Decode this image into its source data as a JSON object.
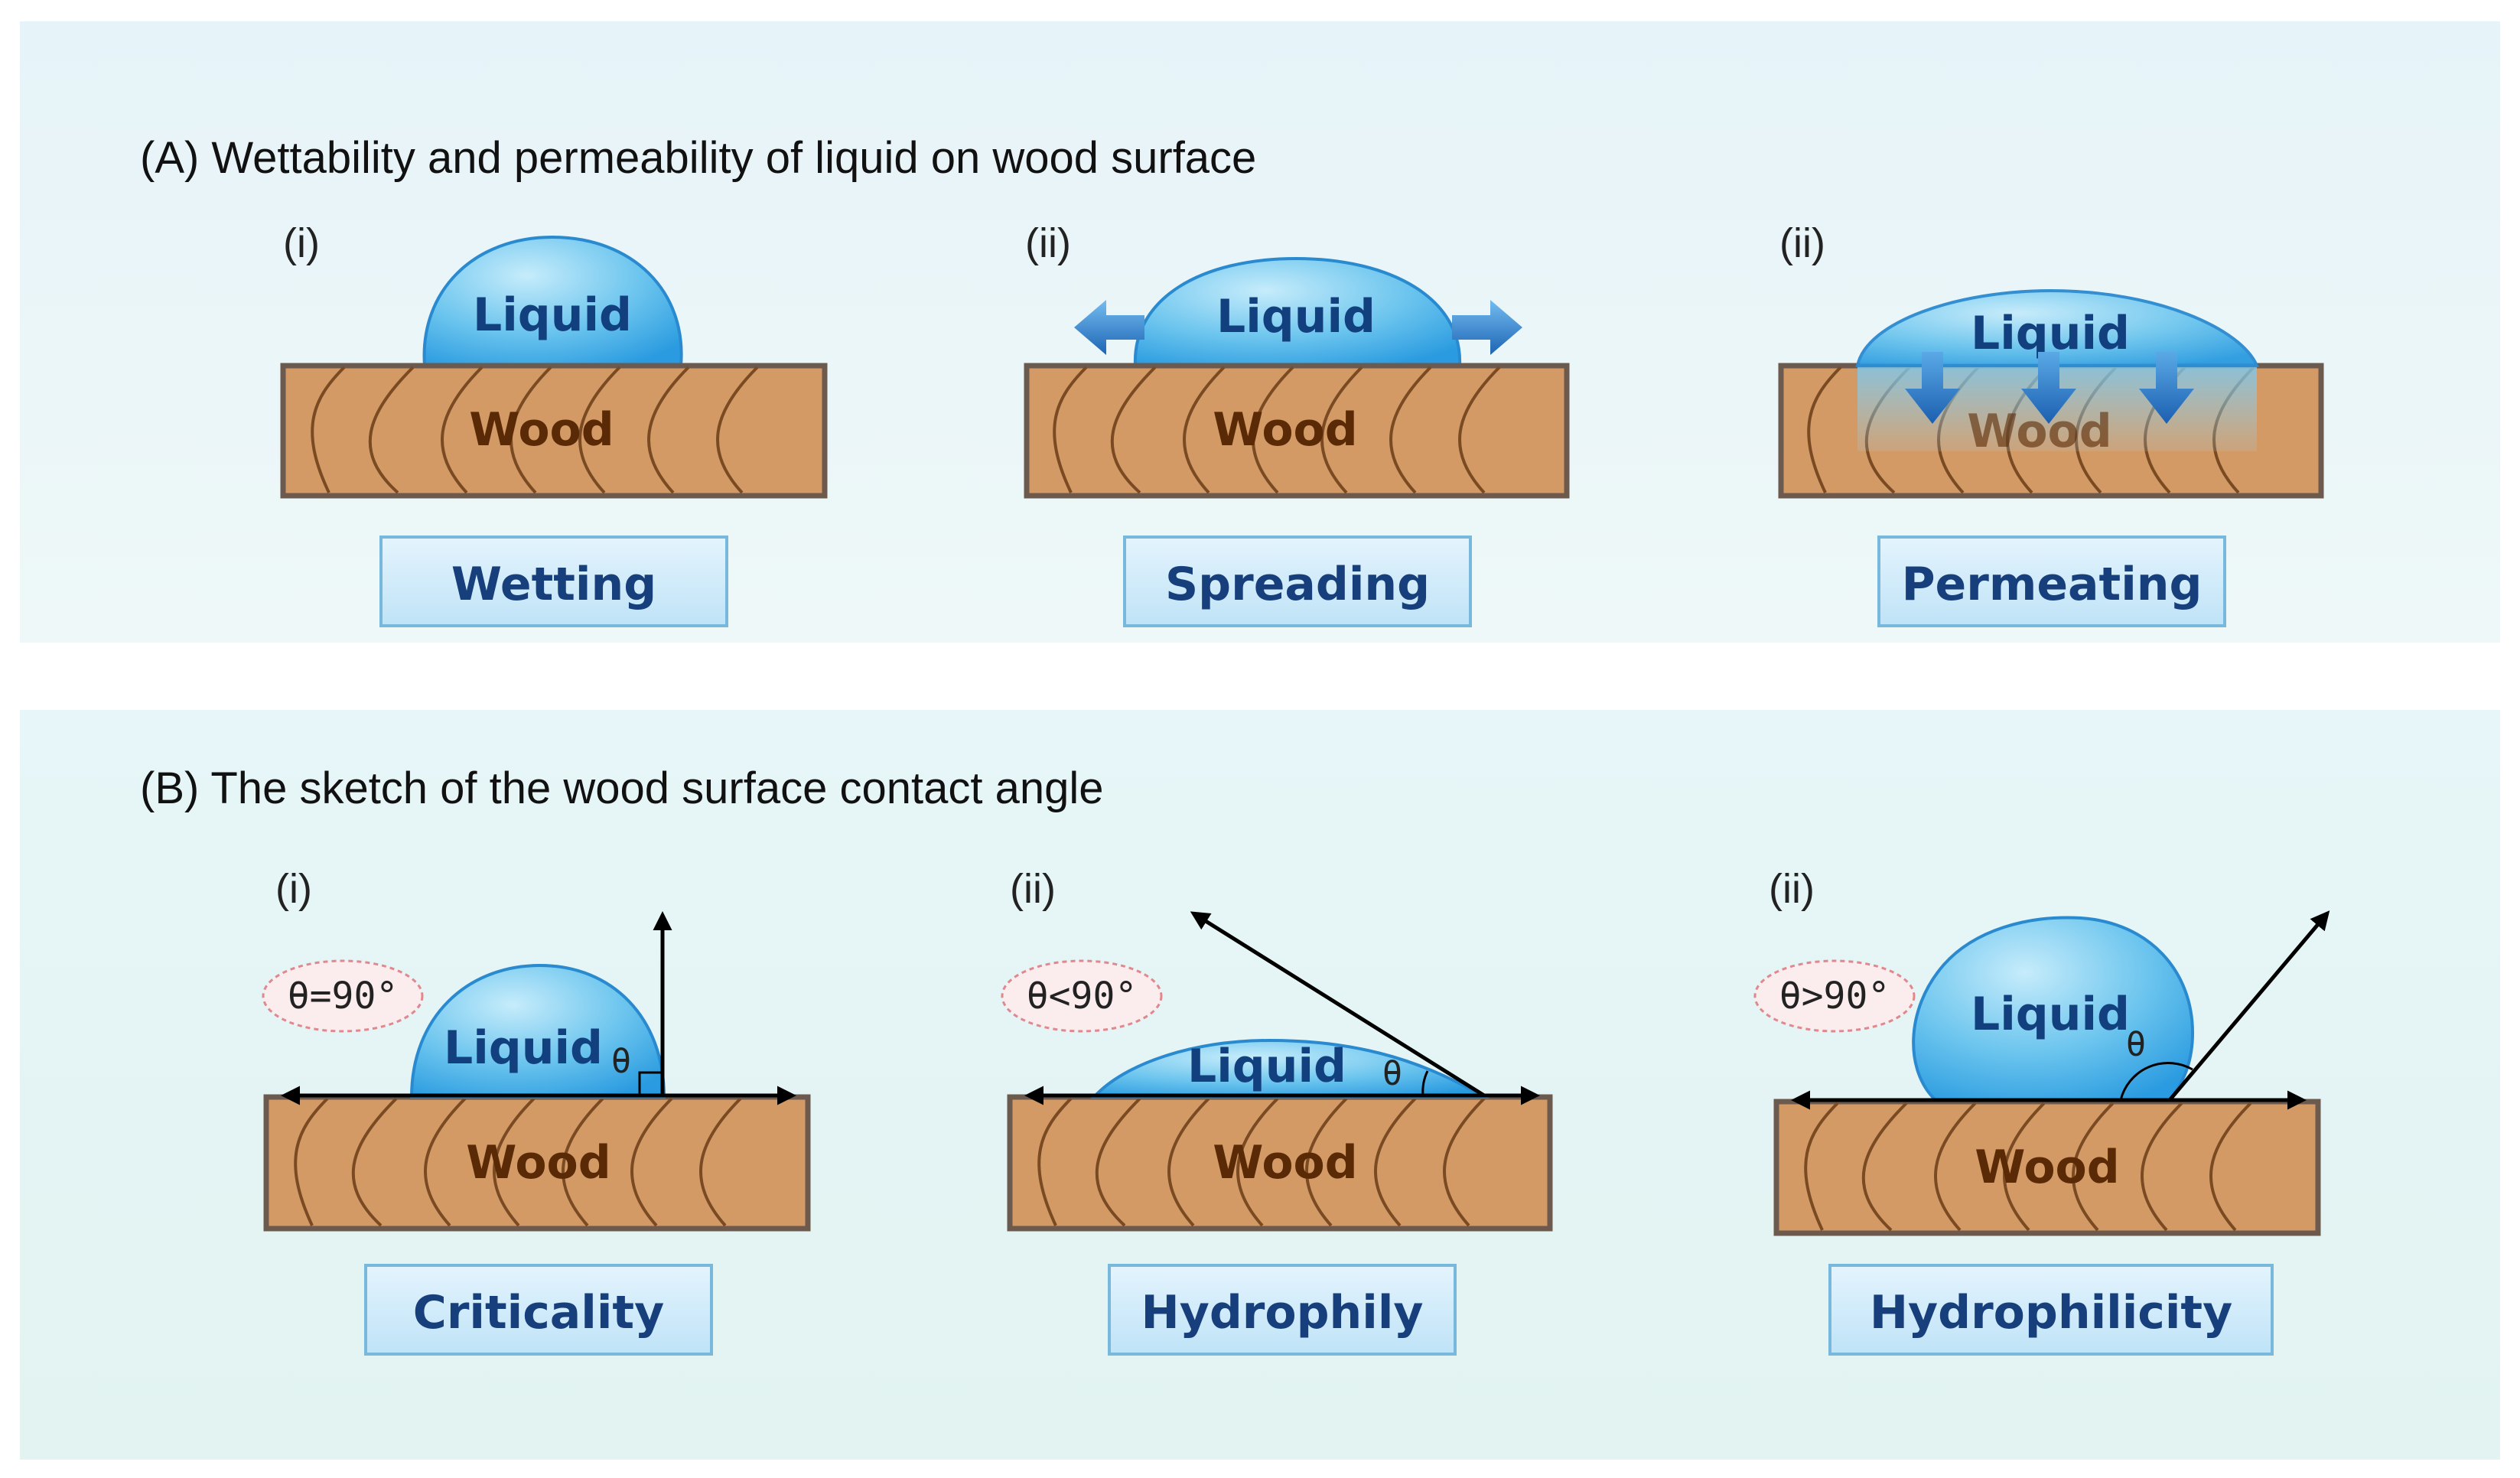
{
  "panel_a": {
    "title": "(A) Wettability and permeability of liquid on wood surface",
    "items": [
      {
        "roman": "(i)",
        "liquid": "Liquid",
        "wood": "Wood",
        "label": "Wetting"
      },
      {
        "roman": "(ii)",
        "liquid": "Liquid",
        "wood": "Wood",
        "label": "Spreading"
      },
      {
        "roman": "(ii)",
        "liquid": "Liquid",
        "wood": "Wood",
        "label": "Permeating"
      }
    ]
  },
  "panel_b": {
    "title": "(B) The sketch of the wood surface contact angle",
    "items": [
      {
        "roman": "(i)",
        "angle": "θ=90°",
        "theta": "θ",
        "liquid": "Liquid",
        "wood": "Wood",
        "label": "Criticality"
      },
      {
        "roman": "(ii)",
        "angle": "θ<90°",
        "theta": "θ",
        "liquid": "Liquid",
        "wood": "Wood",
        "label": "Hydrophily"
      },
      {
        "roman": "(ii)",
        "angle": "θ>90°",
        "theta": "θ",
        "liquid": "Liquid",
        "wood": "Wood",
        "label": "Hydrophilicity"
      }
    ]
  },
  "colors": {
    "panel_background": "#e8f5f8",
    "wood_fill": "#d39a66",
    "wood_text": "#5a2a06",
    "liquid_text": "#12407e",
    "label_text": "#173f7c"
  }
}
